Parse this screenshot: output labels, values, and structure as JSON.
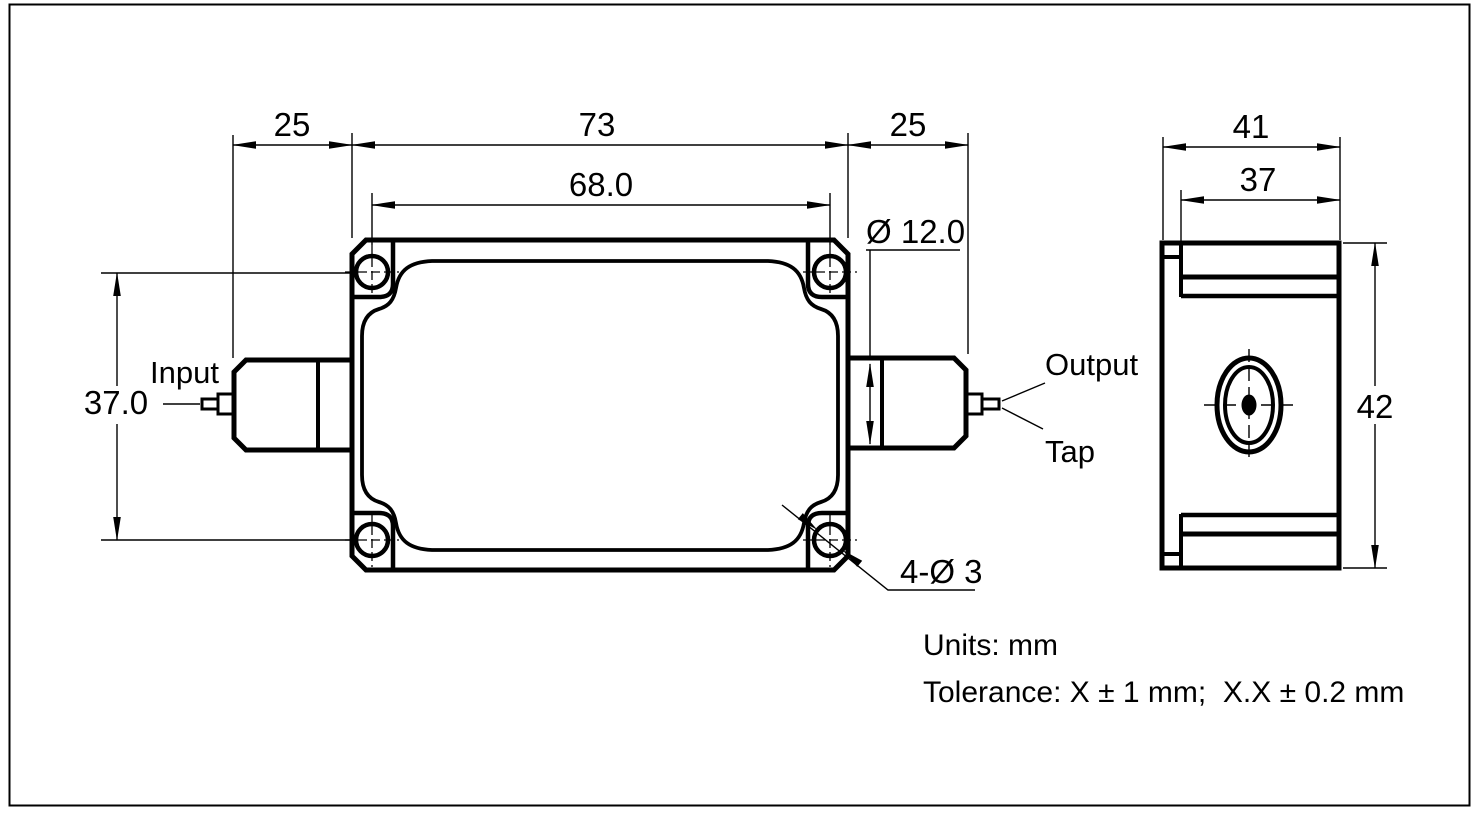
{
  "page": {
    "background": "#ffffff",
    "line_color": "#000000"
  },
  "front_view": {
    "dim_left_offset": "25",
    "dim_body_width": "73",
    "dim_right_offset": "25",
    "dim_hole_spacing_h": "68.0",
    "dim_connector_diameter": "Ø 12.0",
    "dim_hole_spacing_v": "37.0",
    "dim_mounting_holes": "4-Ø 3",
    "label_input": "Input",
    "label_output": "Output",
    "label_tap": "Tap"
  },
  "side_view": {
    "dim_overall_width": "41",
    "dim_lid_width": "37",
    "dim_height": "42"
  },
  "notes": {
    "units": "Units: mm",
    "tolerance": "Tolerance: X ± 1 mm;  X.X ± 0.2 mm"
  }
}
